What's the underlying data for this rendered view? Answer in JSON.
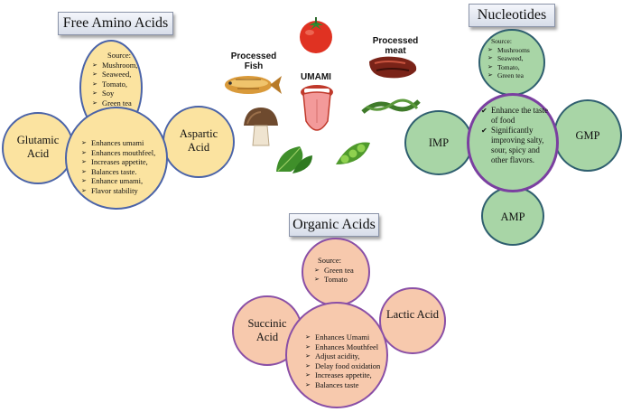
{
  "free_amino_acids": {
    "title": "Free Amino Acids",
    "source_heading": "Source:",
    "sources": [
      "Mushroom,",
      "Seaweed,",
      "Tomato,",
      "Soy",
      "Green tea"
    ],
    "glutamic": "Glutamic Acid",
    "aspartic": "Aspartic Acid",
    "effects": [
      "Enhances umami",
      "Enhances mouthfeel,",
      "Increases appetite,",
      "Balances taste.",
      "Enhance umami,",
      "Flavor stability"
    ]
  },
  "center": {
    "umami_label": "UMAMI",
    "processed_fish": "Processed Fish",
    "processed_meat": "Processed meat"
  },
  "nucleotides": {
    "title": "Nucleotides",
    "source_heading": "Source:",
    "sources": [
      "Mushrooms",
      "Seaweed,",
      "Tomato,",
      "Green tea"
    ],
    "imp": "IMP",
    "gmp": "GMP",
    "amp": "AMP",
    "effects": [
      "Enhance the taste of food",
      "Significantly improving salty, sour, spicy and other flavors."
    ]
  },
  "organic_acids": {
    "title": "Organic Acids",
    "source_heading": "Source:",
    "sources": [
      "Green tea",
      "Tomato"
    ],
    "succinic": "Succinic Acid",
    "lactic": "Lactic Acid",
    "effects": [
      "Enhances Umami",
      "Enhances Mouthfeel",
      "Adjust acidity,",
      "Delay food oxidation",
      "Increases appetite,",
      "Balances taste"
    ]
  },
  "colors": {
    "amino_fill": "#fbe3a0",
    "amino_border": "#4a63a8",
    "nucleotide_fill": "#a8d5a6",
    "nucleotide_border": "#2f5f6f",
    "nucleotide_center_border": "#7a3fa0",
    "organic_fill": "#f7c9ad",
    "organic_border": "#8a4fa6"
  }
}
